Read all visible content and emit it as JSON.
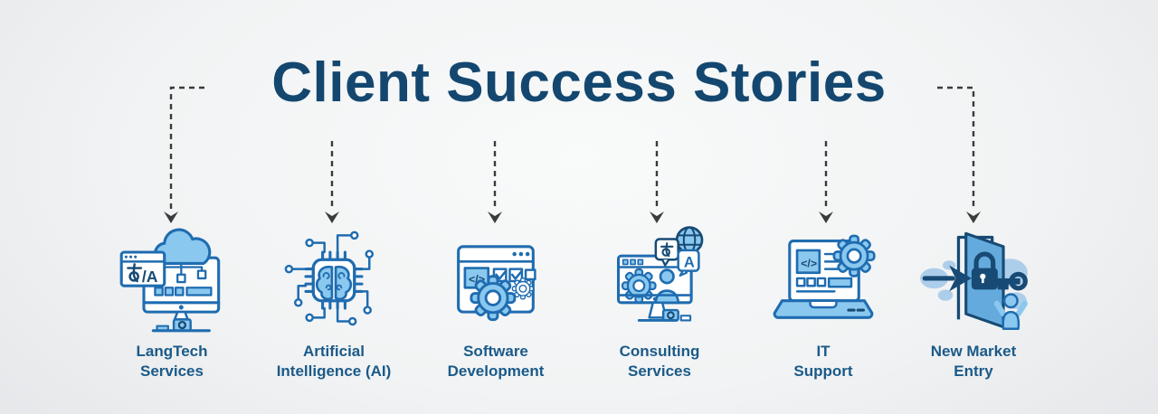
{
  "header": {
    "title": "Client Success Stories"
  },
  "items": [
    {
      "label": "LangTech\nServices",
      "icon": "translation-cloud-monitor-icon"
    },
    {
      "label": "Artificial\nIntelligence (AI)",
      "icon": "ai-chip-brain-icon"
    },
    {
      "label": "Software\nDevelopment",
      "icon": "software-window-gears-icon"
    },
    {
      "label": "Consulting\nServices",
      "icon": "consulting-monitor-person-icon"
    },
    {
      "label": "IT\nSupport",
      "icon": "laptop-gear-icon"
    },
    {
      "label": "New Market\nEntry",
      "icon": "door-lock-key-map-icon"
    }
  ],
  "colors": {
    "title_text": "#14476f",
    "label_text": "#1b5a88",
    "icon_stroke_blue": "#1f6cb0",
    "icon_fill_light_blue": "#8ac8ef",
    "icon_fill_pale_blue": "#aacdea",
    "icon_navy": "#174a74",
    "connector_gray": "#3b3b3b",
    "background_center": "#f9fafa",
    "background_edge": "#e3e5e8"
  },
  "connector_style": "dashed-arrow-down"
}
